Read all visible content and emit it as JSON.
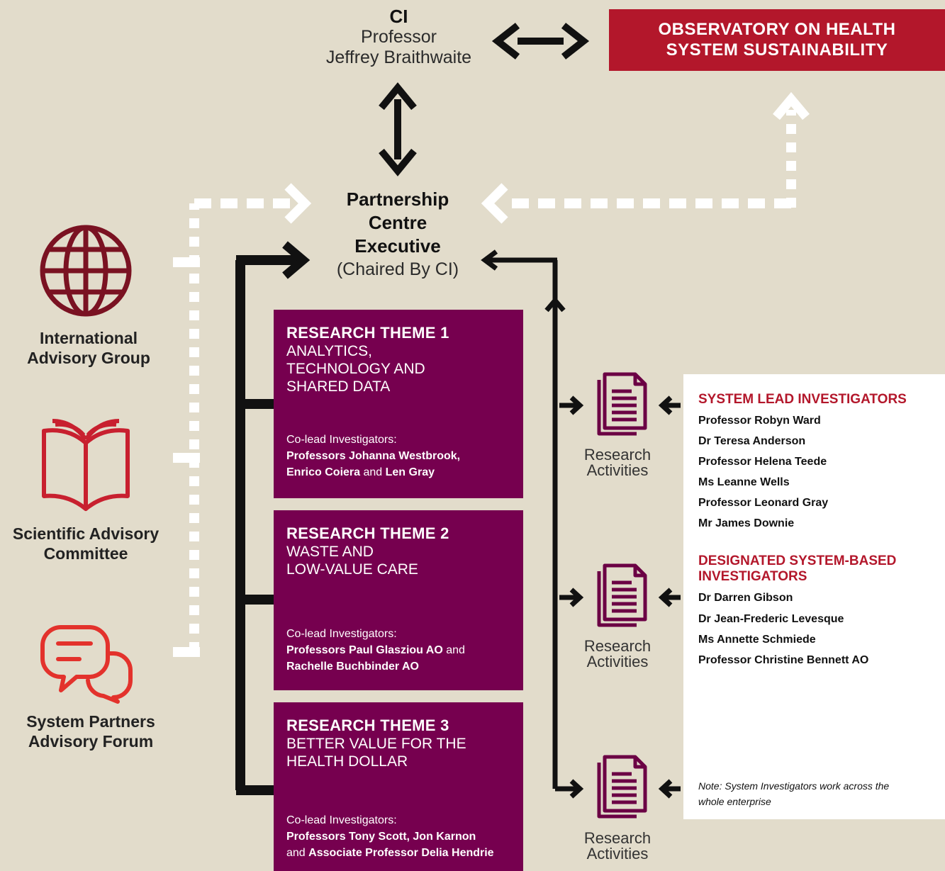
{
  "ci": {
    "label": "CI",
    "line1": "Professor",
    "line2": "Jeffrey Braithwaite"
  },
  "observatory": {
    "line1": "OBSERVATORY ON HEALTH",
    "line2": "SYSTEM SUSTAINABILITY"
  },
  "executive": {
    "line1": "Partnership",
    "line2": "Centre",
    "line3": "Executive",
    "sub": "(Chaired By CI)"
  },
  "advisory": [
    {
      "line1": "International",
      "line2": "Advisory Group",
      "icon": "globe-icon"
    },
    {
      "line1": "Scientific Advisory",
      "line2": "Committee",
      "icon": "open-book-icon"
    },
    {
      "line1": "System Partners",
      "line2": "Advisory Forum",
      "icon": "speech-bubbles-icon"
    }
  ],
  "themes": [
    {
      "heading": "RESEARCH THEME 1",
      "name": "ANALYTICS,\nTECHNOLOGY AND\nSHARED DATA",
      "co_label": "Co-lead Investigators:",
      "co_a": "Professors Johanna Westbrook,",
      "co_b": "Enrico Coiera",
      "co_and": " and ",
      "co_c": "Len Gray"
    },
    {
      "heading": "RESEARCH THEME 2",
      "name": "WASTE AND\nLOW-VALUE CARE",
      "co_label": "Co-lead Investigators:",
      "co_a": "Professors Paul Glasziou AO",
      "co_and": " and",
      "co_b": "Rachelle Buchbinder AO"
    },
    {
      "heading": "RESEARCH THEME 3",
      "name": "BETTER VALUE FOR THE\nHEALTH DOLLAR",
      "co_label": "Co-lead Investigators:",
      "co_a": "Professors Tony Scott, Jon Karnon",
      "co_and": "and ",
      "co_b": "Associate Professor Delia Hendrie"
    }
  ],
  "research_activities": [
    {
      "line1": "Research",
      "line2": "Activities",
      "icon": "document-icon"
    },
    {
      "line1": "Research",
      "line2": "Activities",
      "icon": "document-icon"
    },
    {
      "line1": "Research",
      "line2": "Activities",
      "icon": "document-icon"
    }
  ],
  "panel": {
    "lead_heading": "SYSTEM LEAD INVESTIGATORS",
    "lead": [
      "Professor Robyn Ward",
      "Dr Teresa Anderson",
      "Professor Helena Teede",
      "Ms Leanne Wells",
      "Professor Leonard Gray",
      "Mr James Downie"
    ],
    "designated_heading_1": "DESIGNATED SYSTEM-BASED",
    "designated_heading_2": "INVESTIGATORS",
    "designated": [
      "Dr Darren Gibson",
      "Dr Jean-Frederic Levesque",
      "Ms Annette Schmiede",
      "Professor Christine Bennett AO"
    ],
    "note_1": "Note: System Investigators work across the",
    "note_2": "whole enterprise"
  },
  "colors": {
    "background": "#e2dccb",
    "theme_purple": "#76004f",
    "brand_red": "#b3172b",
    "icon_dark_red": "#7a1222",
    "icon_red": "#c8202f"
  }
}
